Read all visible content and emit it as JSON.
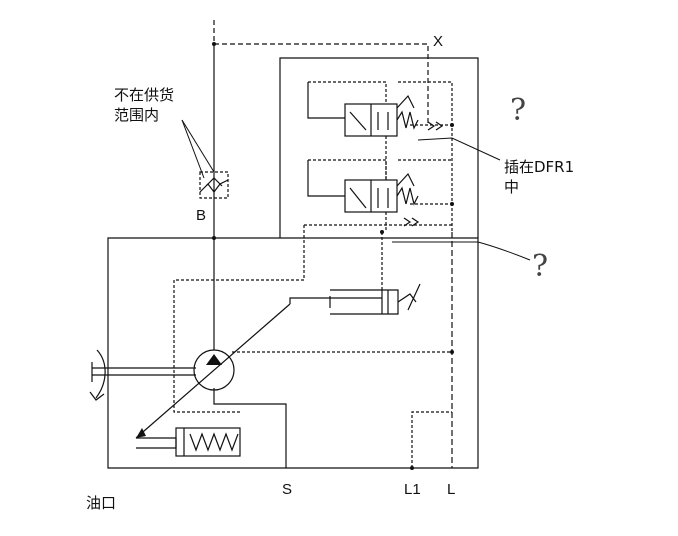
{
  "ports": {
    "x": "X",
    "b": "B",
    "s": "S",
    "l1": "L1",
    "l": "L"
  },
  "notes": {
    "not_supplied_line1": "不在供货",
    "not_supplied_line2": "范围内",
    "dfr1_line1": "插在DFR1",
    "dfr1_line2": "中",
    "oil_port": "油口",
    "question_1": "?",
    "question_2": "?"
  }
}
